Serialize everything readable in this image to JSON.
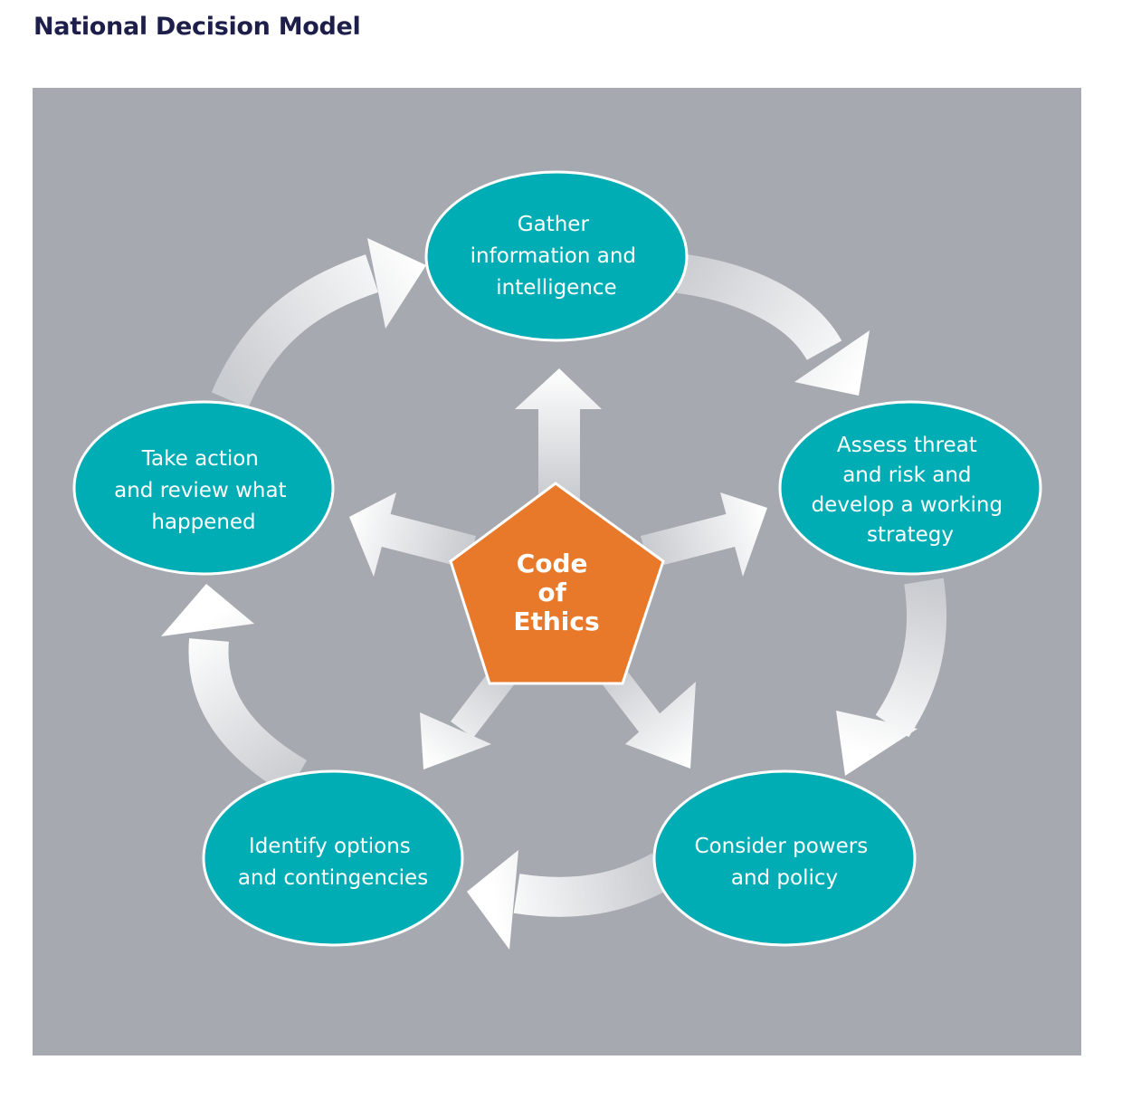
{
  "title": "National Decision Model",
  "colors": {
    "title": "#1d1f4a",
    "background": "#a6aab0",
    "node_fill": "#00adb5",
    "node_stroke": "#ffffff",
    "center_fill": "#e8792b",
    "arrow_light": "#ffffff",
    "arrow_dark": "#c9ccd0"
  },
  "center": {
    "lines": [
      "Code",
      "of",
      "Ethics"
    ]
  },
  "nodes": [
    {
      "id": "gather",
      "lines": [
        "Gather",
        "information and",
        "intelligence"
      ]
    },
    {
      "id": "assess",
      "lines": [
        "Assess threat",
        "and risk and",
        "develop a working",
        "strategy"
      ]
    },
    {
      "id": "powers",
      "lines": [
        "Consider powers",
        "and policy"
      ]
    },
    {
      "id": "options",
      "lines": [
        "Identify options",
        "and contingencies"
      ]
    },
    {
      "id": "action",
      "lines": [
        "Take action",
        "and review what",
        "happened"
      ]
    }
  ]
}
